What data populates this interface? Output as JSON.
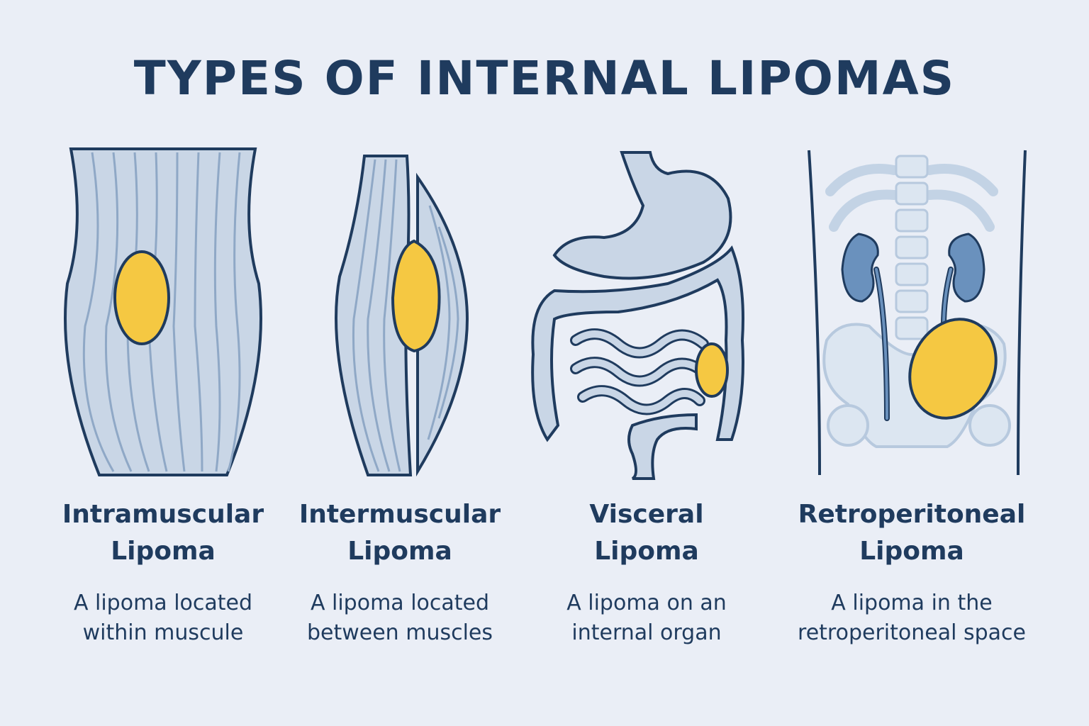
{
  "title": "TYPES OF INTERNAL LIPOMAS",
  "colors": {
    "background": "#eaeef6",
    "outline": "#1f3b5e",
    "tissue": "#c9d6e6",
    "fiber": "#8fa8c6",
    "fat": "#f5c842",
    "kidney": "#6a91bd",
    "bone": "#dce6f1"
  },
  "types": [
    {
      "name_line1": "Intramuscular",
      "name_line2": "Lipoma",
      "desc_line1": "A lipoma located",
      "desc_line2": "within muscule",
      "illustration": "muscle-with-fat-mass-inside"
    },
    {
      "name_line1": "Intermuscular",
      "name_line2": "Lipoma",
      "desc_line1": "A lipoma located",
      "desc_line2": "between muscles",
      "illustration": "two-muscles-with-fat-mass-between"
    },
    {
      "name_line1": "Visceral",
      "name_line2": "Lipoma",
      "desc_line1": "A lipoma on an",
      "desc_line2": "internal organ",
      "illustration": "stomach-and-intestines-with-fat-mass"
    },
    {
      "name_line1": "Retroperitoneal",
      "name_line2": "Lipoma",
      "desc_line1": "A lipoma in the",
      "desc_line2": "retroperitoneal space",
      "illustration": "torso-skeleton-kidneys-with-fat-mass"
    }
  ]
}
